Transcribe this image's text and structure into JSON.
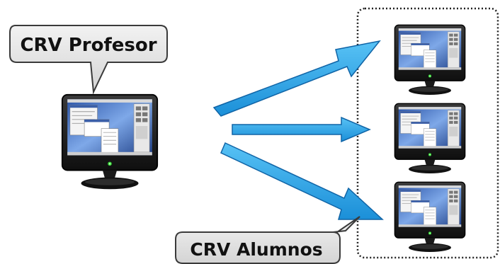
{
  "teacher": {
    "label": "CRV Profesor"
  },
  "students": {
    "label": "CRV Alumnos",
    "count": 3
  },
  "colors": {
    "arrow": "#2aa7ea",
    "arrow_outline": "#1064a6",
    "bubble_fill": "#e6e6e6",
    "bubble_outline": "#3a3a3a",
    "monitor_body": "#1e1e1e",
    "screen_blue": "#5b8fd6",
    "power_led": "#3ddc3d",
    "group_border": "#222222"
  },
  "icons": {
    "monitor": "desktop-monitor-icon",
    "arrow": "right-arrow-icon"
  }
}
